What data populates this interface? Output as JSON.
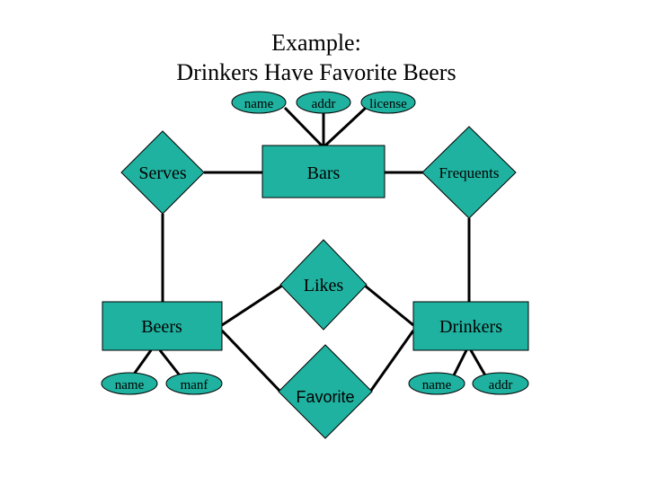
{
  "title": {
    "line1": "Example:",
    "line2": "Drinkers Have Favorite Beers"
  },
  "entities": {
    "bars": "Bars",
    "beers": "Beers",
    "drinkers": "Drinkers"
  },
  "relationships": {
    "serves": "Serves",
    "frequents": "Frequents",
    "likes": "Likes",
    "favorite": "Favorite"
  },
  "attributes": {
    "bars": [
      "name",
      "addr",
      "license"
    ],
    "beers": [
      "name",
      "manf"
    ],
    "drinkers": [
      "name",
      "addr"
    ]
  },
  "colors": {
    "fill": "#20b2a0",
    "stroke": "#000000"
  }
}
